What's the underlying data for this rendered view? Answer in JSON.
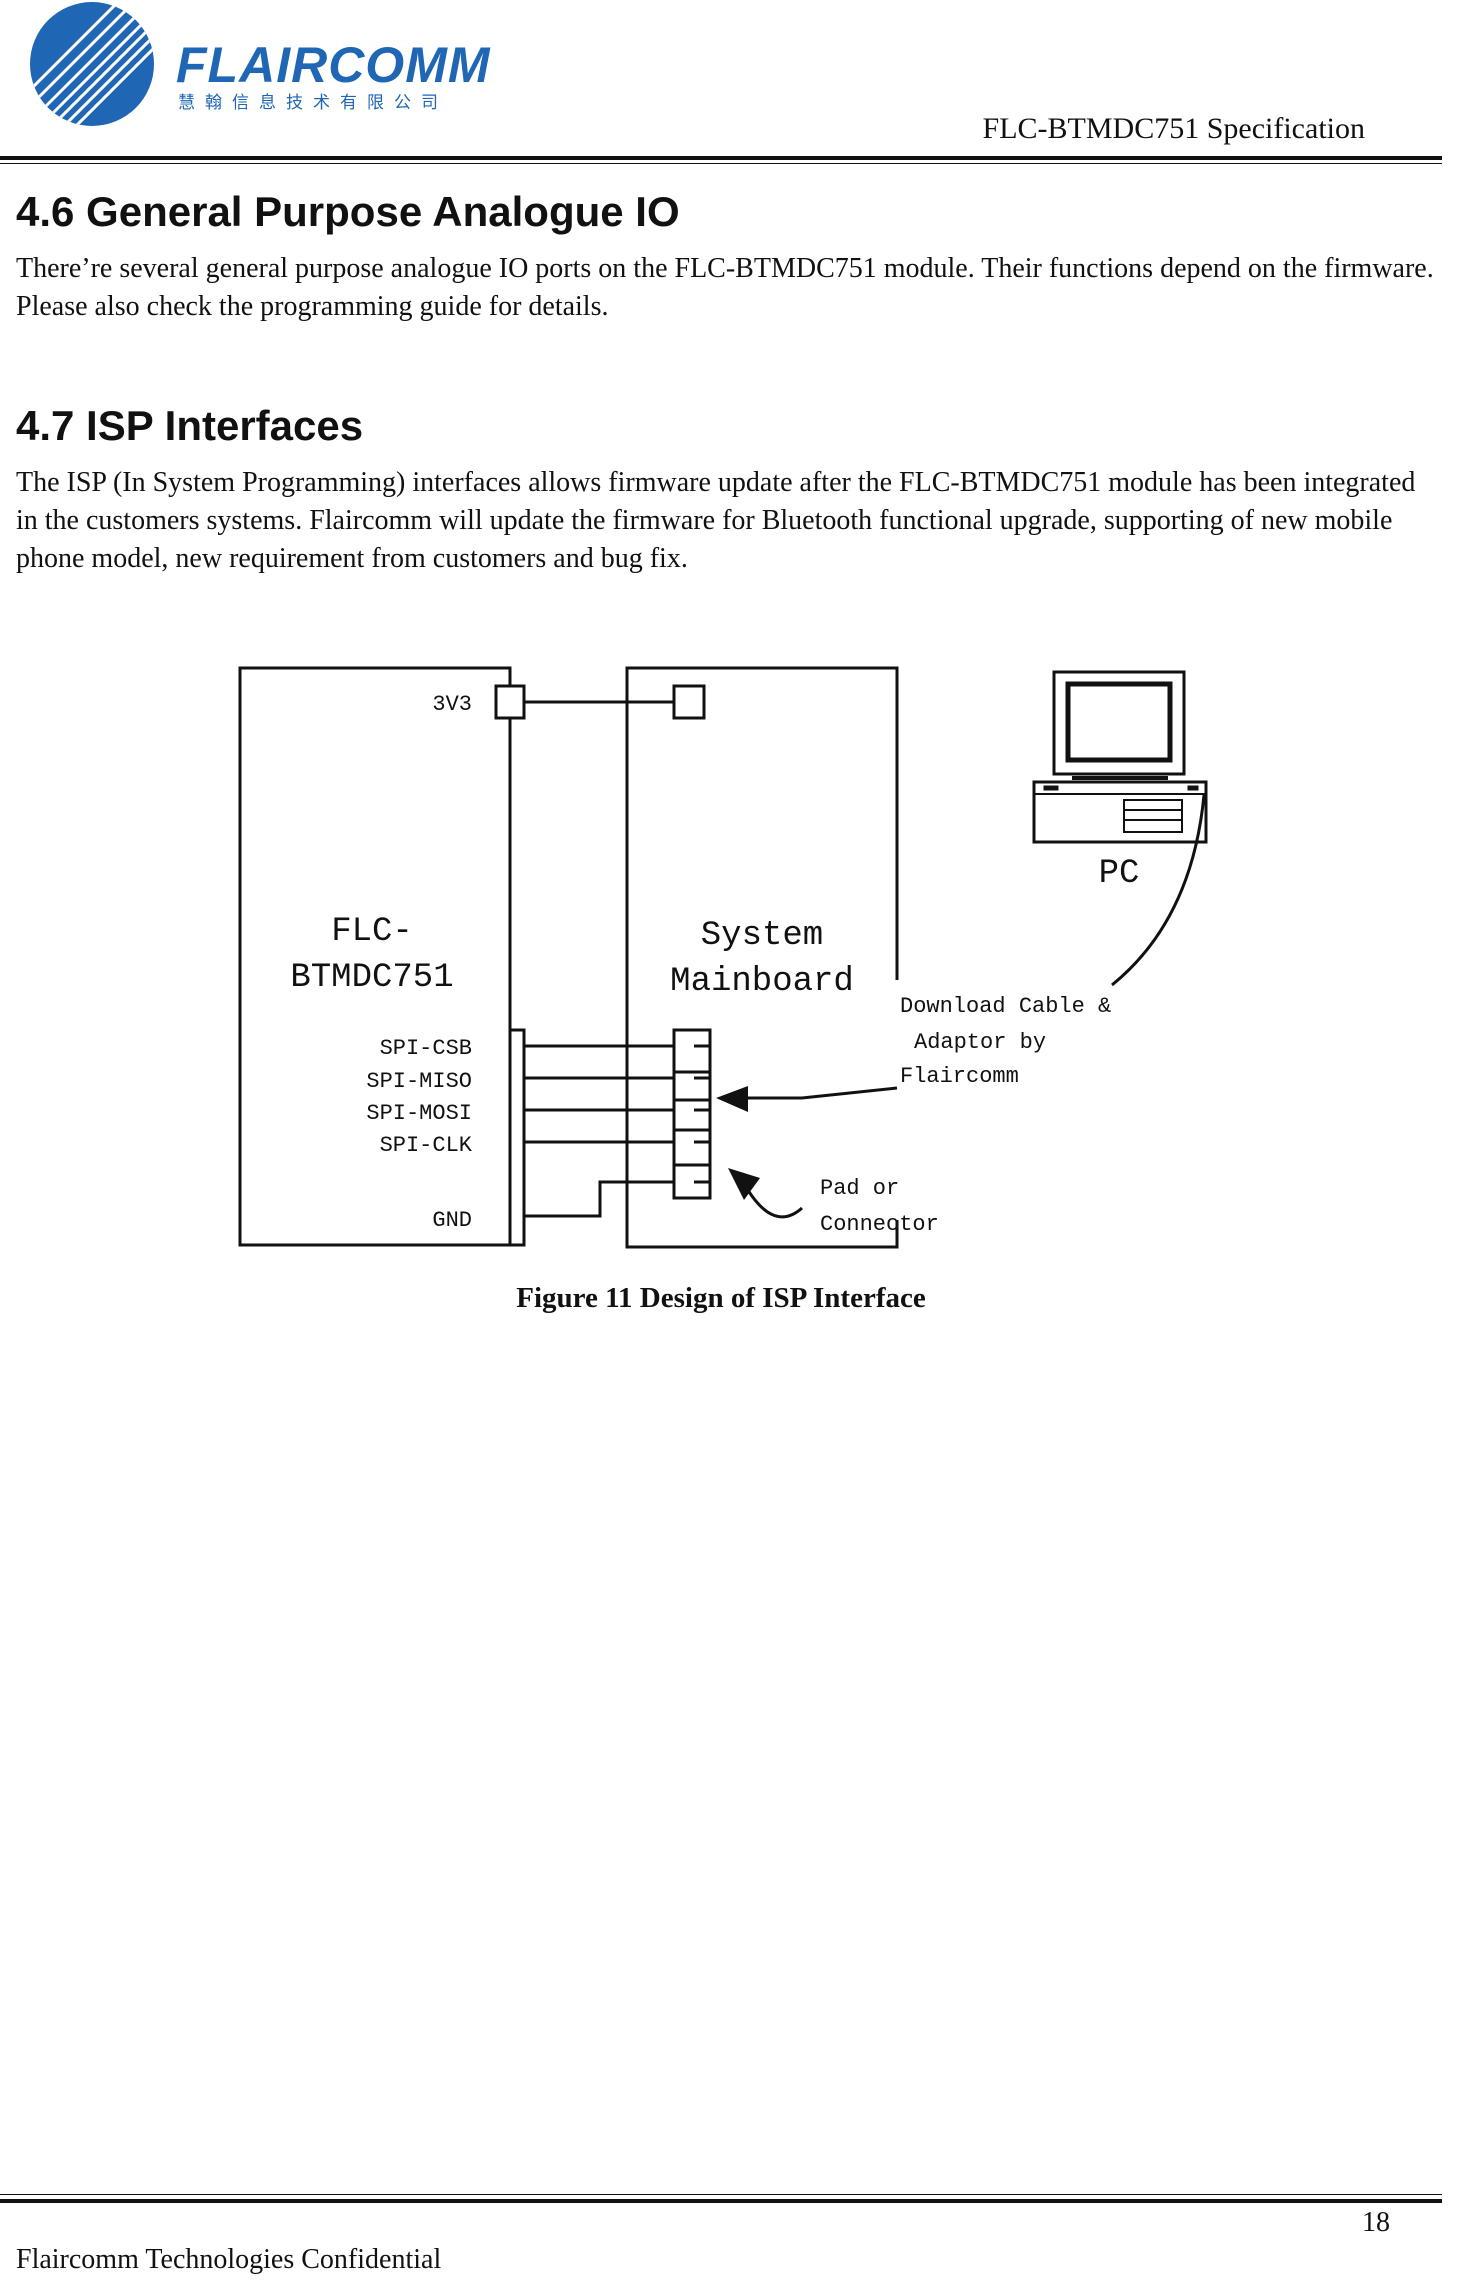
{
  "header": {
    "brand_name": "FLAIRCOMM",
    "brand_subtitle": "慧翰信息技术有限公司",
    "doc_title": "FLC-BTMDC751 Specification",
    "brand_color": "#1f66b5"
  },
  "sections": [
    {
      "heading": "4.6  General Purpose Analogue IO",
      "paragraphs": [
        "There’re several general purpose analogue IO ports on the FLC-BTMDC751 module. Their functions depend on the firmware. Please also check the programming guide for details."
      ]
    },
    {
      "heading": "4.7  ISP Interfaces",
      "paragraphs": [
        "The ISP (In System Programming) interfaces allows firmware update after the FLC-BTMDC751 module has been integrated in the customers systems. Flaircomm will update the firmware for Bluetooth functional upgrade, supporting of new mobile phone model, new requirement from customers and bug fix."
      ]
    }
  ],
  "diagram": {
    "module_line1": "FLC-",
    "module_line2": "BTMDC751",
    "mainboard_line1": "System",
    "mainboard_line2": "Mainboard",
    "pc_label": "PC",
    "pins": [
      "3V3",
      "SPI-CSB",
      "SPI-MISO",
      "SPI-MOSI",
      "SPI-CLK",
      "GND"
    ],
    "cable_label_1": "Download Cable &",
    "cable_label_2": "Adaptor by",
    "cable_label_3": "Flaircomm",
    "pad_label_1": "Pad or",
    "pad_label_2": "Connector"
  },
  "caption": "Figure 11 Design of ISP Interface",
  "footer": {
    "page_number": "18",
    "confidential": "Flaircomm Technologies Confidential"
  }
}
